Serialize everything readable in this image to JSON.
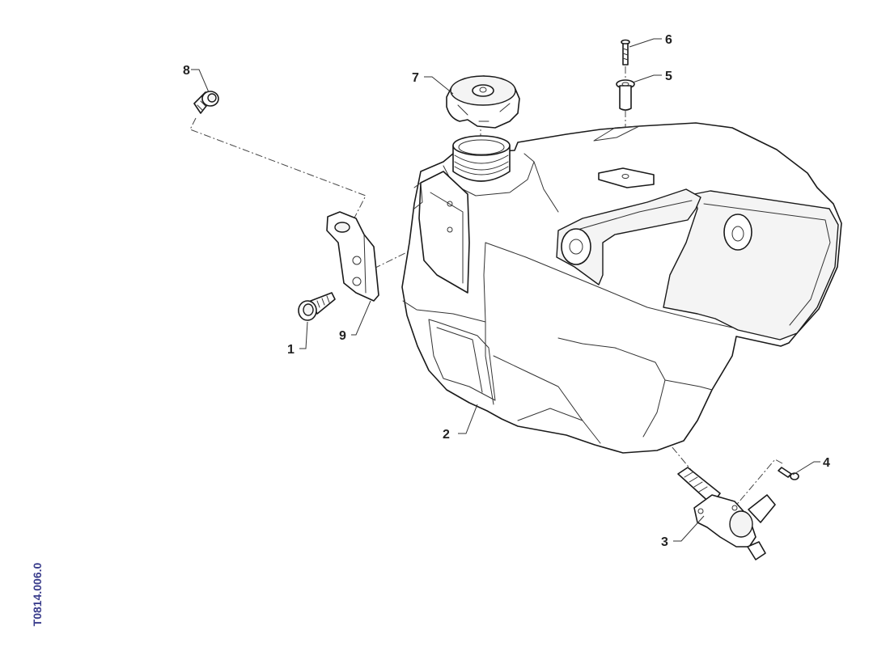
{
  "reference_code": "T0814.006.0",
  "callouts": {
    "c1": "1",
    "c2": "2",
    "c3": "3",
    "c4": "4",
    "c5": "5",
    "c6": "6",
    "c7": "7",
    "c8": "8",
    "c9": "9"
  },
  "colors": {
    "line": "#1a1a1a",
    "reference_text": "#3a3d8c"
  }
}
